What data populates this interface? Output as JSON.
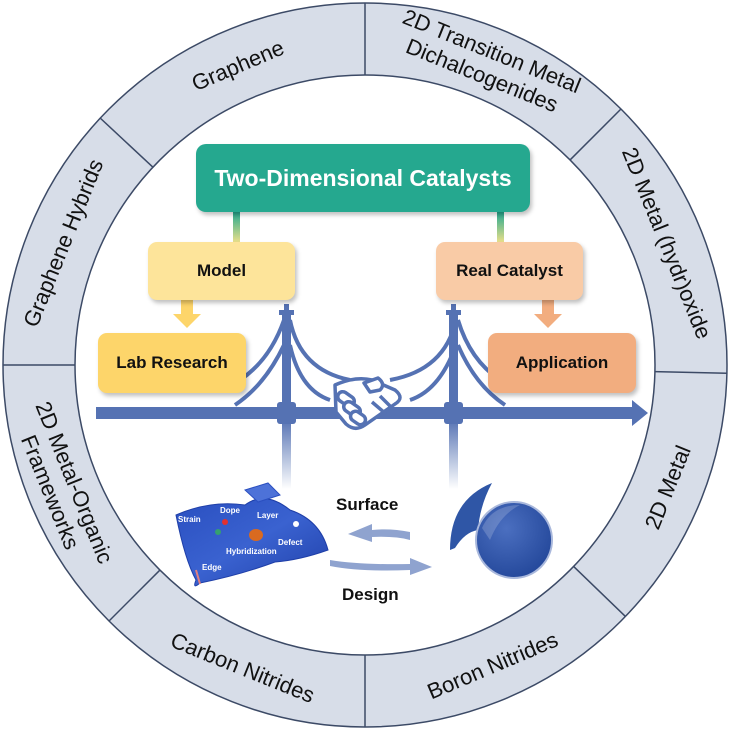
{
  "title": "Two-Dimensional Catalysts",
  "left_branch": {
    "top": "Model",
    "bottom": "Lab Research"
  },
  "right_branch": {
    "top": "Real Catalyst",
    "bottom": "Application"
  },
  "center": {
    "arrow_top_label": "Surface",
    "arrow_bottom_label": "Design",
    "bridge_symbol": "handshake-bridge",
    "sheet_labels": [
      "Strain",
      "Dope",
      "Layer",
      "Defect",
      "Hybridization",
      "Edge"
    ]
  },
  "ring": {
    "segments": [
      {
        "lines": [
          "Graphene"
        ]
      },
      {
        "lines": [
          "2D Transition Metal",
          "Dichalcogenides"
        ]
      },
      {
        "lines": [
          "2D Metal (hydr)oxide"
        ]
      },
      {
        "lines": [
          "2D Metal"
        ]
      },
      {
        "lines": [
          "Boron Nitrides"
        ]
      },
      {
        "lines": [
          "Carbon Nitrides"
        ]
      },
      {
        "lines": [
          "2D Metal-Organic",
          "Frameworks"
        ]
      },
      {
        "lines": [
          "Graphene Hybrids"
        ]
      }
    ]
  },
  "colors": {
    "ring_fill": "#d7dde8",
    "ring_stroke": "#3c4a66",
    "title_fill": "#25a88f",
    "model_fill": "#fde49a",
    "lab_fill": "#fdd56a",
    "real_fill": "#f9cba6",
    "app_fill": "#f2ad7f",
    "bridge_blue": "#5572b3",
    "sphere_blue": "#2f56a6"
  }
}
